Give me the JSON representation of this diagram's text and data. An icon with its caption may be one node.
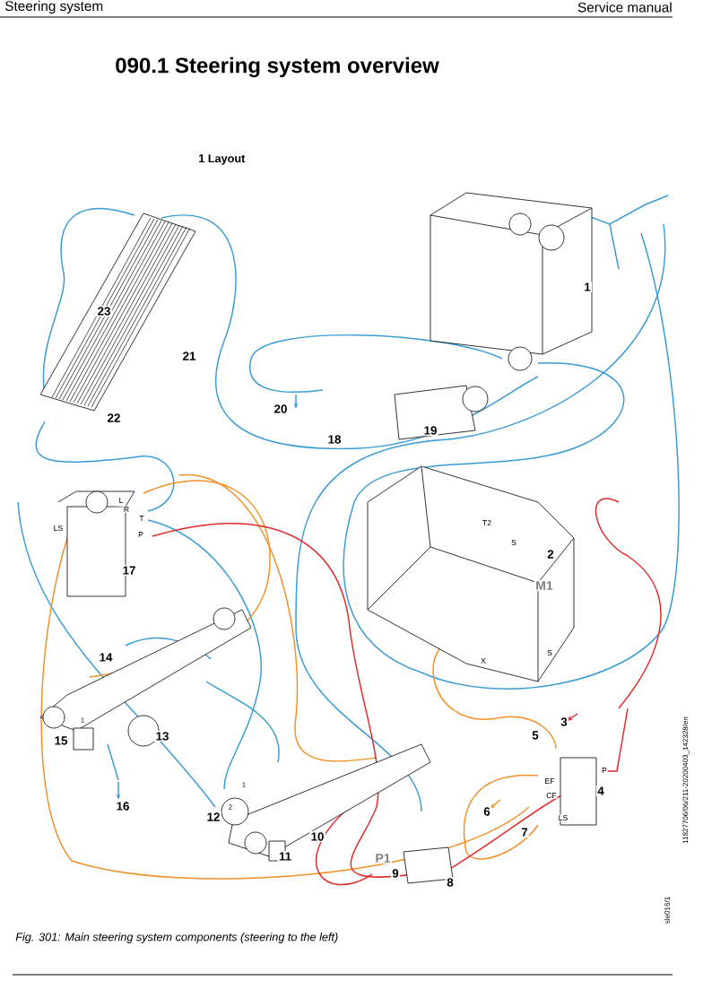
{
  "diagram": {
    "title": "090.1   Steering system overview",
    "caption": "Fig. 301: Main steering system components (steering to the left)",
    "labels": [
      "Steering system",
      "Service manual",
      "1 Layout",
      "1",
      "23",
      "21",
      "20",
      "22",
      "18",
      "19",
      "L",
      "R",
      "T",
      "T2",
      "LS",
      "P",
      "S",
      "2",
      "17",
      "M1",
      "S",
      "14",
      "X",
      "1",
      "3",
      "13",
      "5",
      "15",
      "P",
      "EF",
      "1",
      "4",
      "CF",
      "16",
      "2",
      "6",
      "12",
      "LS",
      "7",
      "10",
      "11",
      "P1",
      "9",
      "8",
      "sle016/1",
      "11827706/06/211-20200403_142328/en"
    ]
  }
}
